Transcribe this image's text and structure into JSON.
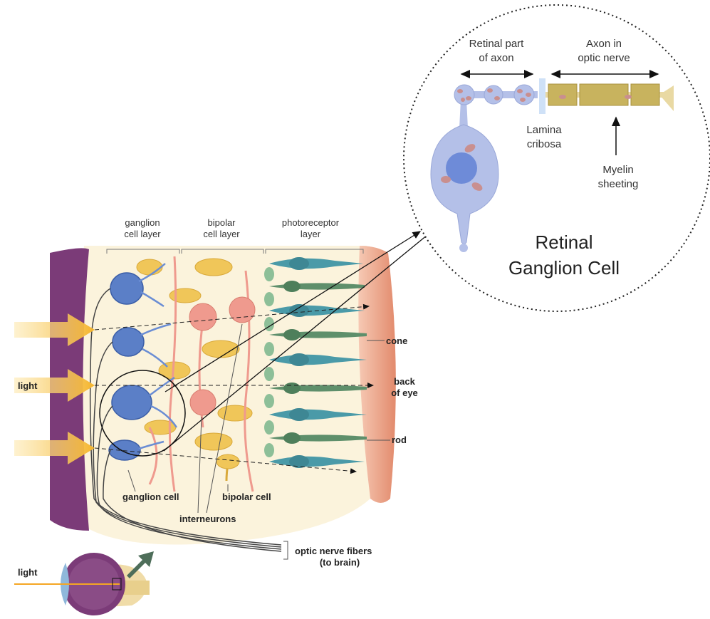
{
  "retina_labels": {
    "ganglion_layer": [
      "ganglion",
      "cell layer"
    ],
    "bipolar_layer": [
      "bipolar",
      "cell layer"
    ],
    "photoreceptor_layer": [
      "photoreceptor",
      "layer"
    ],
    "cone": "cone",
    "back_of_eye": [
      "back",
      "of eye"
    ],
    "rod": "rod",
    "light": "light",
    "ganglion_cell": "ganglion cell",
    "bipolar_cell": "bipolar cell",
    "interneurons": "interneurons",
    "optic_nerve_fibers": [
      "optic nerve fibers",
      "(to brain)"
    ],
    "eye_light": "light"
  },
  "inset": {
    "retinal_part": [
      "Retinal part",
      "of axon"
    ],
    "axon_in_nerve": [
      "Axon in",
      "optic nerve"
    ],
    "lamina": [
      "Lamina",
      "cribosa"
    ],
    "myelin": [
      "Myelin",
      "sheeting"
    ],
    "title": [
      "Retinal",
      "Ganglion Cell"
    ]
  },
  "colors": {
    "choroid": "#7b3b78",
    "back_of_eye": "#e9a58a",
    "tissue": "#fbf3dc",
    "ganglion_cell": "#5b7fc7",
    "bipolar_cell": "#f0c659",
    "interneuron": "#ef9a8e",
    "cone": "#4a9aa8",
    "rod": "#5e8f6b",
    "light_arrow": "#f5b52c",
    "inset_cell": "#b4c0e8",
    "myelin": "#c8b35e"
  }
}
